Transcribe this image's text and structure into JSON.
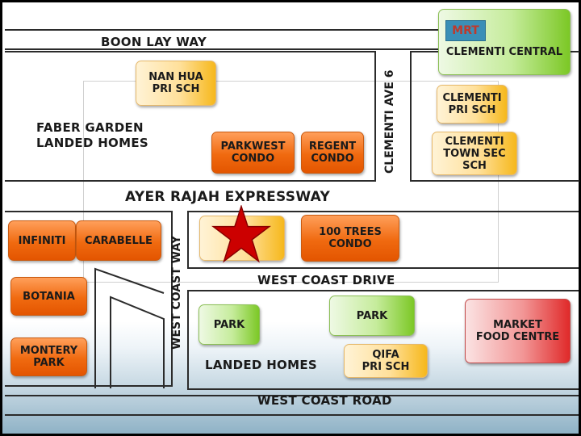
{
  "roads": {
    "boon_lay_way": "BOON LAY WAY",
    "clementi_ave_6": "CLEMENTI AVE 6",
    "ayer_rajah_expressway": "AYER RAJAH EXPRESSWAY",
    "west_coast_way": "WEST COAST WAY",
    "west_coast_drive": "WEST COAST DRIVE",
    "west_coast_road": "WEST COAST ROAD"
  },
  "areas": {
    "faber_garden": "FABER GARDEN\nLANDED HOMES",
    "landed_homes": "LANDED HOMES"
  },
  "landmarks": {
    "mrt": "MRT",
    "clementi_central": "CLEMENTI CENTRAL",
    "nan_hua": "NAN HUA\nPRI SCH",
    "clementi_pri": "CLEMENTI\nPRI SCH",
    "clementi_town": "CLEMENTI\nTOWN SEC\nSCH",
    "parkwest": "PARKWEST\nCONDO",
    "regent": "REGENT\nCONDO",
    "infiniti": "INFINITI",
    "carabelle": "CARABELLE",
    "botania": "BOTANIA",
    "montery": "MONTERY\nPARK",
    "hundred_trees": "100 TREES\nCONDO",
    "park_left": "PARK",
    "park_right": "PARK",
    "qifa": "QIFA\nPRI SCH",
    "market": "MARKET\nFOOD CENTRE"
  },
  "colors": {
    "condo": "#f06a10",
    "school": "#f6b81c",
    "park": "#7cc826",
    "market": "#e02a2a",
    "mrt_badge": "#3a8fb7",
    "mrt_text": "#c0392b",
    "star": "#cc0000"
  },
  "marker": "star"
}
